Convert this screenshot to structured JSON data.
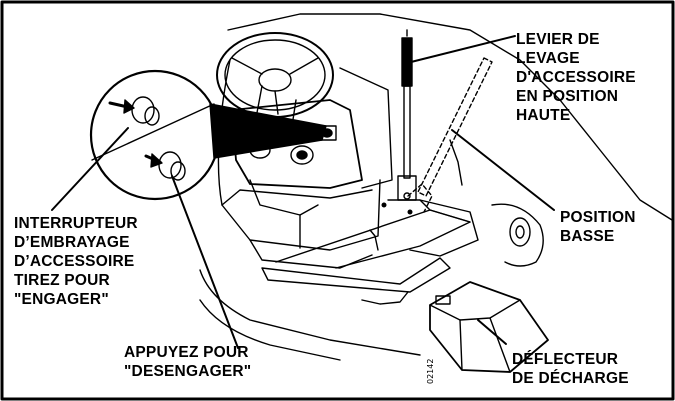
{
  "labels": {
    "lift_lever": [
      "LEVIER DE",
      "LEVAGE",
      "D'ACCESSOIRE",
      "EN POSITION",
      "HAUTE"
    ],
    "low_position": [
      "POSITION",
      "BASSE"
    ],
    "pto_switch": [
      "INTERRUPTEUR",
      "D’EMBRAYAGE",
      "D’ACCESSOIRE",
      "TIREZ POUR",
      "\"ENGAGER\""
    ],
    "push_disengage": [
      "APPUYEZ POUR",
      "\"DESENGAGER\""
    ],
    "chute_deflector": [
      "DÉFLECTEUR",
      "DE DÉCHARGE"
    ]
  },
  "figure_code": "02142",
  "colors": {
    "ink": "#000000",
    "paper": "#ffffff"
  }
}
